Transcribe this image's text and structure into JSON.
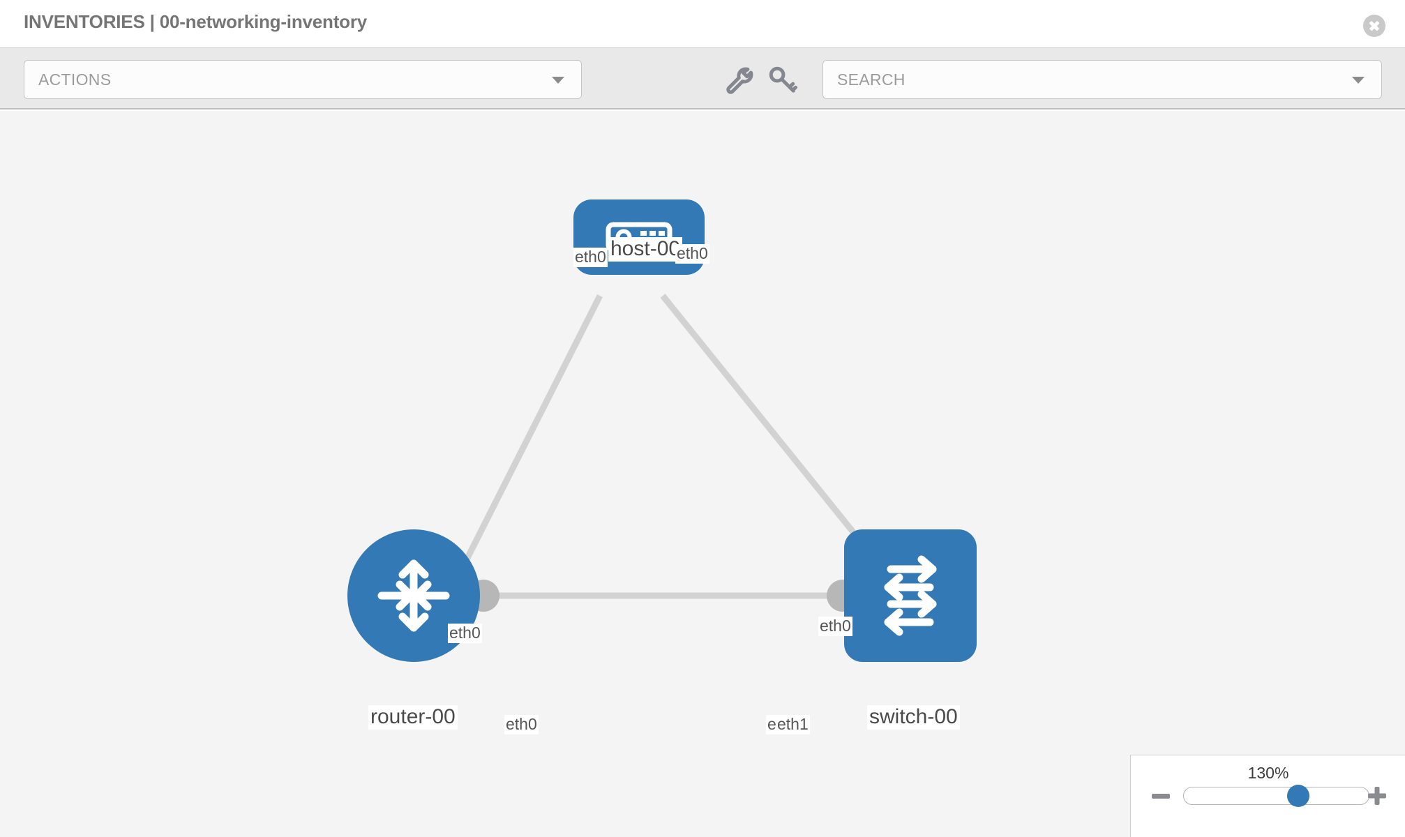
{
  "header": {
    "title": "INVENTORIES | 00-networking-inventory",
    "close_icon": "close-icon"
  },
  "toolbar": {
    "actions_label": "ACTIONS",
    "actions_caret_icon": "chevron-down-icon",
    "wrench_icon": "wrench-icon",
    "key_icon": "key-icon",
    "search_placeholder": "SEARCH",
    "search_value": "",
    "search_caret_icon": "chevron-down-icon"
  },
  "topology": {
    "nodes": [
      {
        "id": "host-00",
        "label": "host-00",
        "icon": "server-icon",
        "shape": "rounded-rect"
      },
      {
        "id": "router-00",
        "label": "router-00",
        "icon": "router-icon",
        "shape": "circle"
      },
      {
        "id": "switch-00",
        "label": "switch-00",
        "icon": "switch-icon",
        "shape": "rounded-rect"
      }
    ],
    "edge_labels": {
      "host_left": "eth0",
      "host_right": "eth0",
      "router_up": "eth0",
      "switch_up": "eth0",
      "router_right": "eth0",
      "switch_left_hidden": "eth0",
      "switch_left": "eth1"
    }
  },
  "zoom": {
    "value": "130%",
    "minus_label": "−",
    "plus_label": "+",
    "percent": 62
  },
  "colors": {
    "node_blue": "#3379b5",
    "canvas_bg": "#f4f4f4",
    "toolbar_bg": "#e9e9e9",
    "edge_gray": "#d2d2d2",
    "port_gray": "#b7b7b7"
  }
}
